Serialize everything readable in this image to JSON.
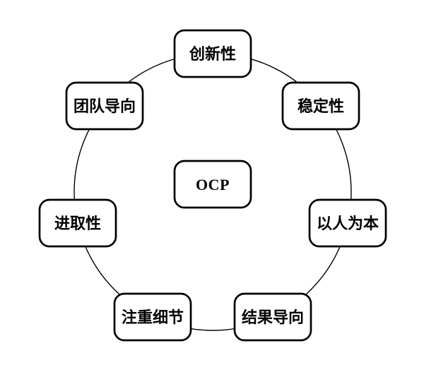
{
  "diagram": {
    "type": "cycle",
    "center_node": {
      "label": "OCP"
    },
    "outer_nodes": [
      {
        "label": "创新性"
      },
      {
        "label": "稳定性"
      },
      {
        "label": "以人为本"
      },
      {
        "label": "结果导向"
      },
      {
        "label": "注重细节"
      },
      {
        "label": "进取性"
      },
      {
        "label": "团队导向"
      }
    ],
    "colors": {
      "background": "#ffffff",
      "node_fill": "#ffffff",
      "node_border": "#000000",
      "ring_stroke": "#000000",
      "text": "#000000"
    }
  }
}
